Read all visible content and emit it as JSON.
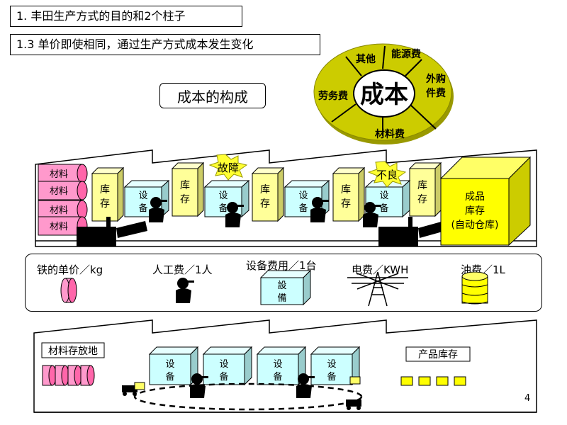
{
  "header": {
    "title": "1.  丰田生产方式的目的和2个柱子",
    "subtitle": "1.3  单价即使相同，通过生产方式成本发生变化"
  },
  "cost_heading": "成本的构成",
  "cost_circle": {
    "center": "成本",
    "segments": [
      "其他",
      "能源费",
      "外购件费",
      "材料费",
      "劳务费"
    ]
  },
  "factory": {
    "materials": [
      "材料",
      "材料",
      "材料",
      "材料"
    ],
    "inventory": [
      "库存",
      "库存",
      "库存",
      "库存"
    ],
    "equipment": [
      "设备",
      "设备",
      "设备",
      "设备"
    ],
    "alerts": [
      "故障",
      "不良"
    ],
    "finished": [
      "成品",
      "库存",
      "(自动仓库)"
    ]
  },
  "unit_costs": {
    "items": [
      "铁的单价／kg",
      "人工费／1人",
      "设备费用／1台",
      "电费／KWH",
      "油费／1L"
    ],
    "equipment_box": "設備"
  },
  "layout2": {
    "storage_label": "材料存放地",
    "equipment": [
      "设备",
      "设备",
      "设备",
      "设备"
    ],
    "product_label": "产品库存"
  },
  "page_number": "4",
  "colors": {
    "cylinder_pink": "#ff99cc",
    "inventory_yellow": "#ffff99",
    "equipment_cyan": "#ccffff",
    "finished_yellow": "#ffff00",
    "circle_olive": "#cccc00",
    "circle_yellow": "#ffff00",
    "burst_yellow": "#ffff33"
  }
}
